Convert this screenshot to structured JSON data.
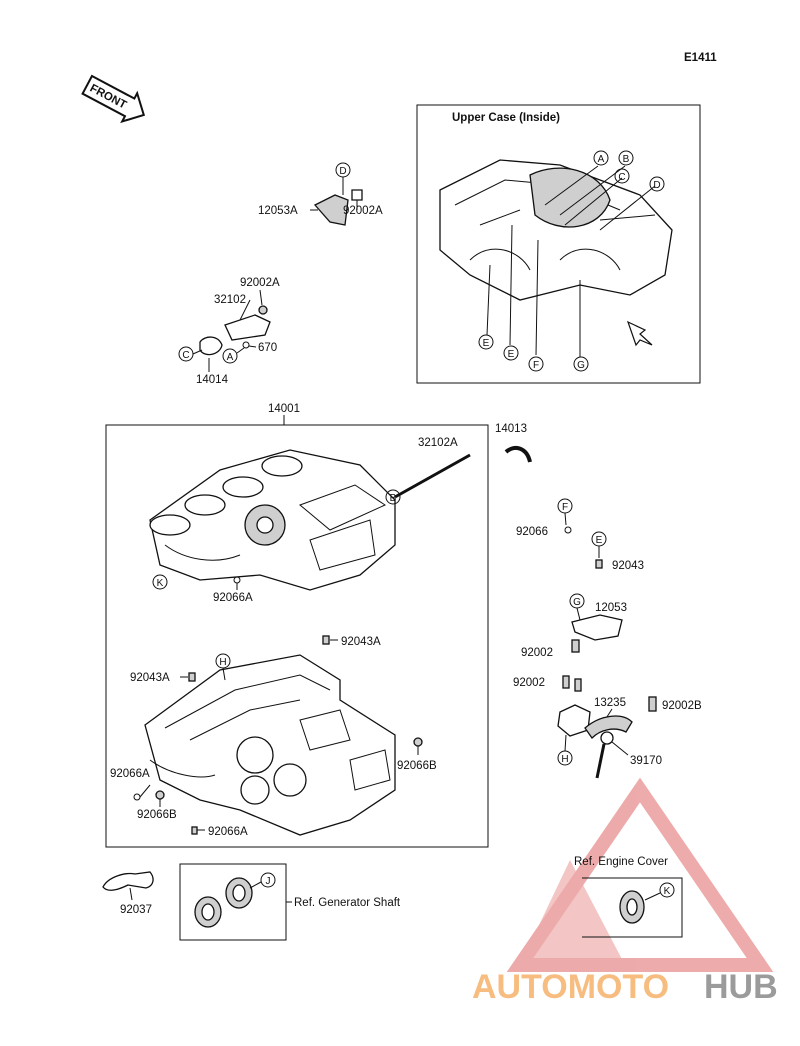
{
  "page_code": "E1411",
  "front_label": "FRONT",
  "upper_case": {
    "title": "Upper Case (Inside)",
    "callouts": [
      "A",
      "B",
      "C",
      "D",
      "E",
      "E",
      "F",
      "G"
    ]
  },
  "parts": {
    "p12053A": "12053A",
    "p92002A_top": "92002A",
    "p92002A_mid": "92002A",
    "p32102": "32102",
    "p670": "670",
    "p14014": "14014",
    "p14001": "14001",
    "p32102A": "32102A",
    "p14013": "14013",
    "p92066": "92066",
    "p92043": "92043",
    "p12053": "12053",
    "p92002_a": "92002",
    "p92002_b": "92002",
    "p13235": "13235",
    "p92002B": "92002B",
    "p39170": "39170",
    "p92066A_upper": "92066A",
    "p92043A_right": "92043A",
    "p92043A_left": "92043A",
    "p92066A_left": "92066A",
    "p92066B_right": "92066B",
    "p92066B_left": "92066B",
    "p92066A_bottom": "92066A",
    "p92037": "92037"
  },
  "callouts": {
    "D_top": "D",
    "C_mid": "C",
    "A_mid": "A",
    "B_case": "B",
    "K_case": "K",
    "H_case": "H",
    "F_right": "F",
    "E_right": "E",
    "G_right": "G",
    "H_right": "H",
    "J_gen": "J",
    "K_cover": "K"
  },
  "generator_ref": "Ref. Generator Shaft",
  "engine_cover_ref": "Ref. Engine Cover",
  "watermark": {
    "part1": "AUTOMOTO",
    "part2": "HUB",
    "color1": "#f6b26b",
    "color2": "#8a8a8a",
    "triangle_color": "#e06666"
  }
}
